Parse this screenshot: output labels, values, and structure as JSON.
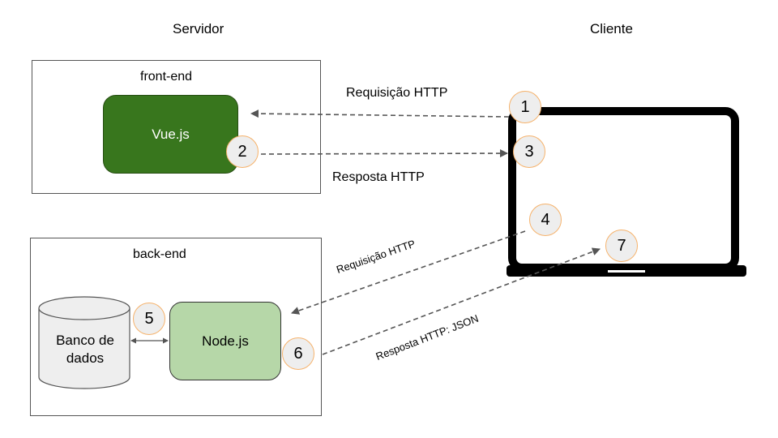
{
  "headings": {
    "server": "Servidor",
    "client": "Cliente"
  },
  "frontend": {
    "title": "front-end",
    "node": "Vue.js"
  },
  "backend": {
    "title": "back-end",
    "node": "Node.js",
    "database": [
      "Banco de",
      "dados"
    ]
  },
  "steps": [
    "1",
    "2",
    "3",
    "4",
    "5",
    "6",
    "7"
  ],
  "arrows": {
    "request_front": "Requisição HTTP",
    "response_front": "Resposta HTTP",
    "request_back": "Requisição HTTP",
    "response_back": "Resposta HTTP: JSON"
  },
  "colors": {
    "vue": "#38761d",
    "node": "#b6d7a8",
    "badge_border": "#f6b26b",
    "badge_fill": "#eeeeee"
  }
}
